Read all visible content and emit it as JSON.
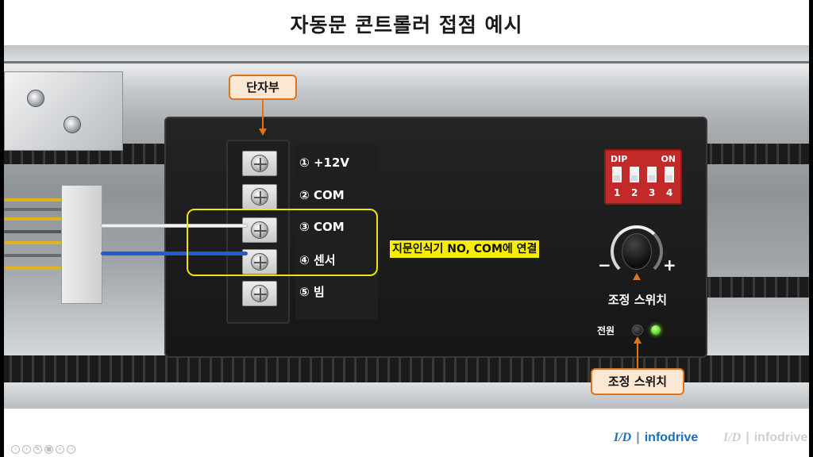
{
  "title": "자동문 콘트롤러 접점 예시",
  "callouts": {
    "terminal": "단자부",
    "adjust_switch": "조정 스위치"
  },
  "terminals": [
    {
      "num": "①",
      "label": "+12V"
    },
    {
      "num": "②",
      "label": "COM"
    },
    {
      "num": "③",
      "label": "COM"
    },
    {
      "num": "④",
      "label": "센서"
    },
    {
      "num": "⑤",
      "label": "빔"
    }
  ],
  "note": "지문인식기 NO, COM에 연결",
  "dip": {
    "left_label": "DIP",
    "right_label": "ON",
    "switch_numbers": [
      "1",
      "2",
      "3",
      "4"
    ]
  },
  "knob": {
    "minus": "−",
    "plus": "+",
    "label": "조정 스위치"
  },
  "power": {
    "label": "전원"
  },
  "logo": {
    "mark": "I/D",
    "separator": "|",
    "name": "infodrive"
  },
  "toolbar": {
    "icons": [
      "prev-icon",
      "next-icon",
      "pen-icon",
      "view-icon",
      "zoom-icon",
      "more-icon"
    ]
  },
  "colors": {
    "accent_orange": "#e0741c",
    "callout_fill": "#fce7d2",
    "highlight_yellow": "#f2e300",
    "dip_red": "#c22a2a",
    "led_green": "#5ee02a",
    "wire_white": "#f2f2f2",
    "wire_blue": "#1e5fd0",
    "logo_blue": "#1b6fb8"
  }
}
